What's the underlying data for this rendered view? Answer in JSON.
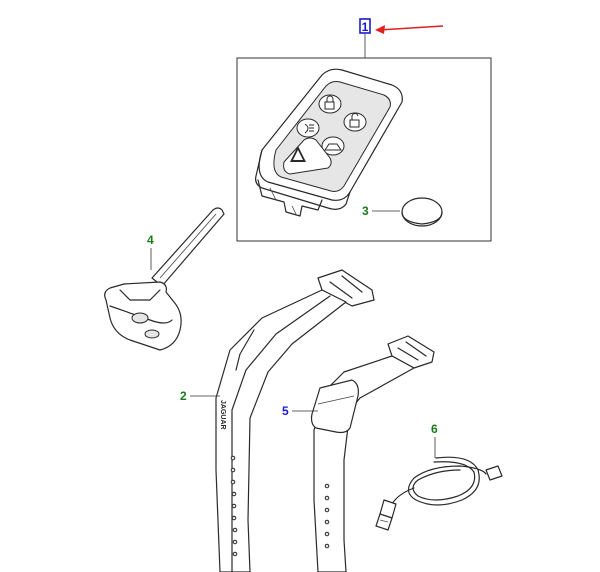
{
  "colors": {
    "callout_green": "#1a7a1a",
    "callout_blue": "#1a1acc",
    "pointer_red": "#e02020",
    "line": "#2a2a2a"
  },
  "callouts": {
    "c1": "1",
    "c2": "2",
    "c3": "3",
    "c4": "4",
    "c5": "5",
    "c6": "6"
  },
  "strap_text": "JAGUAR"
}
